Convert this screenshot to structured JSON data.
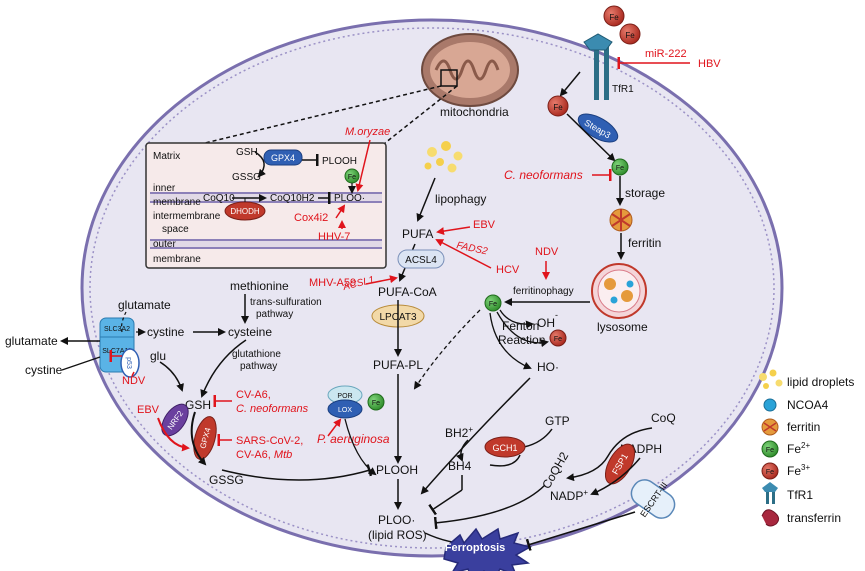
{
  "colors": {
    "cell_fill": "#e8e6f2",
    "cell_border": "#7a6fae",
    "red": "#e0141c",
    "fe2": "#3aa335",
    "fe3": "#c0392b"
  },
  "icons": {
    "mitochondria": "mitochondria-icon",
    "lipid_droplet": "lipid-droplet-icon",
    "ncoa4": "ncoa4-icon",
    "ferritin": "ferritin-icon",
    "lysosome": "lysosome-icon",
    "tfr1": "tfr1-icon",
    "transferrin": "transferrin-icon",
    "ferroptosis": "ferroptosis-burst-icon"
  },
  "mito": {
    "title": "mitochondria",
    "matrix": "Matrix",
    "inner": "inner",
    "membrane1": "membrane",
    "intermembrane": "intermembrane",
    "space": "space",
    "outer": "outer",
    "membrane2": "membrane",
    "gsh": "GSH",
    "gssg": "GSSG",
    "gpx4": "GPX4",
    "plooh": "PLOOH",
    "coq10": "CoQ10",
    "coq10h2": "CoQ10H2",
    "dhodh": "DHODH",
    "ploo": "PLOO·",
    "fe": "Fe",
    "m_oryzae": "M.oryzae",
    "cox4i2": "Cox4i2",
    "hhv7": "HHV-7"
  },
  "iron": {
    "fe": "Fe",
    "mir222": "miR-222",
    "hbv": "HBV",
    "tfr1": "TfR1",
    "steap3": "Steap3",
    "c_neoformans": "C. neoformans",
    "storage": "storage",
    "ferritin": "ferritin",
    "ndv": "NDV",
    "ferritinophagy": "ferritinophagy",
    "lysosome": "lysosome",
    "fenton1": "Fenton",
    "fenton2": "Reaction",
    "oh_minus": "OH",
    "ho_dot": "HO·"
  },
  "lipid": {
    "lipophagy": "lipophagy",
    "pufa": "PUFA",
    "ebv": "EBV",
    "fads2": "FADS2",
    "hcv": "HCV",
    "acsl4": "ACSL4",
    "mhv_a59": "MHV-A59",
    "acsl1": "ACSL1",
    "pufa_coa": "PUFA-CoA",
    "lpcat3": "LPCAT3",
    "pufa_pl": "PUFA-PL",
    "por": "POR",
    "lox": "LOX",
    "p_aeruginosa": "P. aeruginosa",
    "plooh": "PLOOH",
    "ploo": "PLOO·",
    "lipid_ros": "(lipid ROS)",
    "ferroptosis": "Ferroptosis"
  },
  "gsh": {
    "glutamate_in": "glutamate",
    "glutamate_out": "glutamate",
    "cystine_out": "cystine",
    "cystine_in": "cystine",
    "slc3a2": "SLC3A2",
    "slc7a11": "SLC7A11",
    "p53": "p53",
    "ndv": "NDV",
    "glu": "glu",
    "methionine": "methionine",
    "trans1": "trans-sulfuration",
    "trans2": "pathway",
    "cysteine": "cysteine",
    "gluta1": "glutathione",
    "gluta2": "pathway",
    "gsh": "GSH",
    "cv_a6_1": "CV-A6,",
    "c_neoformans": "C. neoformans",
    "ebv": "EBV",
    "nrf2": "NRF2",
    "gpx4": "GPX4",
    "sars1": "SARS-CoV-2,",
    "sars2a": "CV-A6, ",
    "sars2b": "Mtb",
    "gssg": "GSSG"
  },
  "bh4": {
    "gtp": "GTP",
    "bh2": "BH2",
    "gch1": "GCH1",
    "bh4": "BH4",
    "coq": "CoQ",
    "nadph": "NADPH",
    "fsp1": "FSP1",
    "coqh2": "CoQH2",
    "nadp": "NADP",
    "escrt": "ESCRT-III"
  },
  "legend": {
    "lipid_droplets": "lipid droplets",
    "ncoa4": "NCOA4",
    "ferritin": "ferritin",
    "fe2": "Fe",
    "fe2_sup": "2+",
    "fe3": "Fe",
    "fe3_sup": "3+",
    "tfr1": "TfR1",
    "transferrin": "transferrin"
  }
}
